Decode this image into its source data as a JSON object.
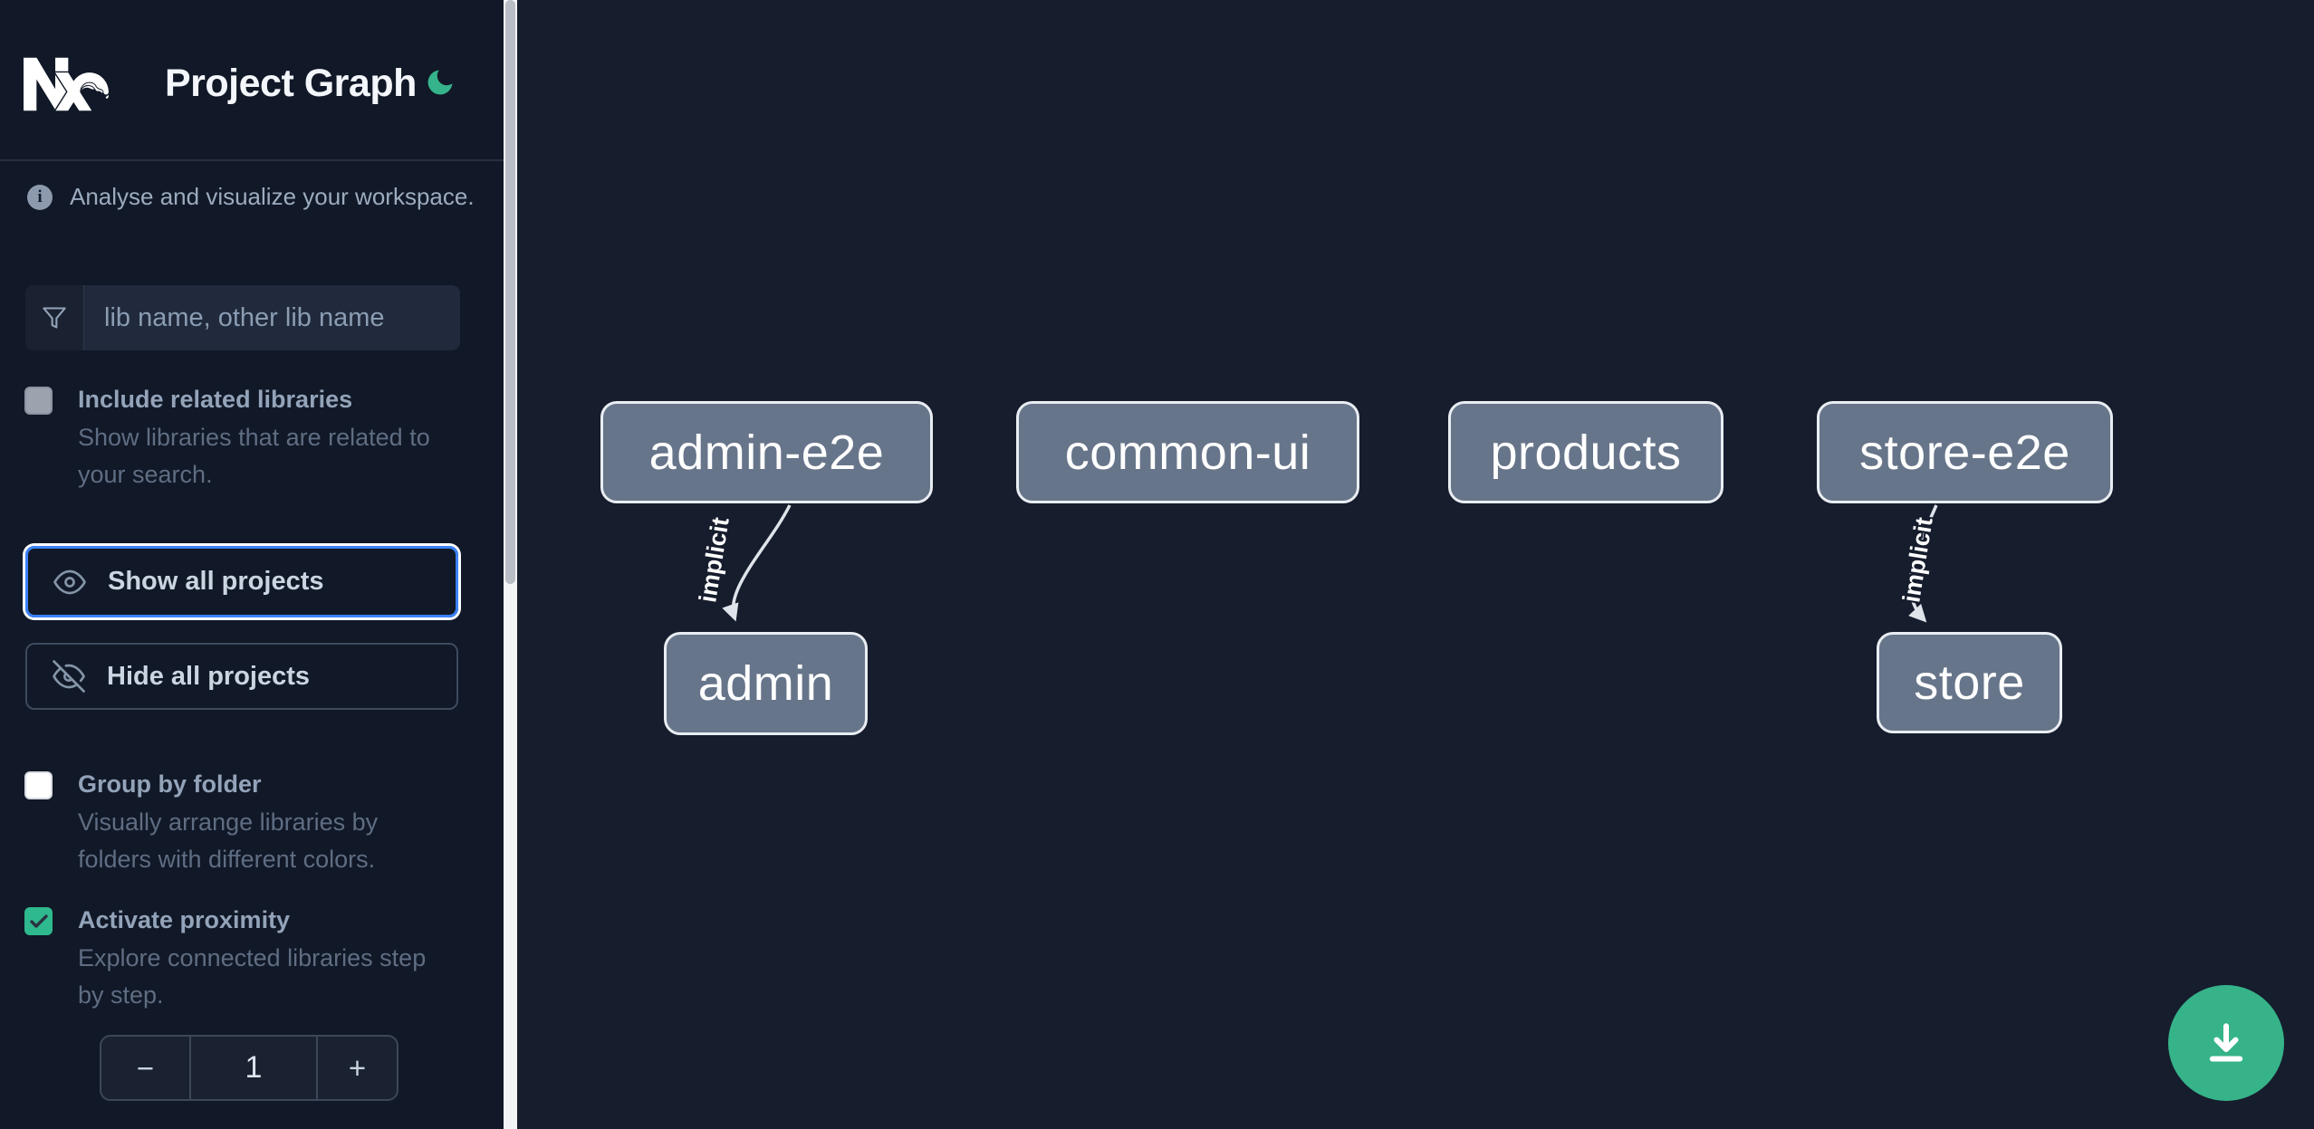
{
  "header": {
    "title": "Project Graph"
  },
  "sidebar": {
    "tagline": "Analyse and visualize your workspace.",
    "search": {
      "placeholder": "lib name, other lib name",
      "value": ""
    },
    "include_related": {
      "label": "Include related libraries",
      "checked": false,
      "desc_line1": "Show libraries that are related to",
      "desc_line2": "your search."
    },
    "buttons": {
      "show_all": "Show all projects",
      "hide_all": "Hide all projects"
    },
    "group_by_folder": {
      "label": "Group by folder",
      "checked": false,
      "desc_line1": "Visually arrange libraries by",
      "desc_line2": "folders with different colors."
    },
    "activate_proximity": {
      "label": "Activate proximity",
      "checked": true,
      "desc_line1": "Explore connected libraries step",
      "desc_line2": "by step."
    },
    "proximity_stepper": {
      "decrement_label": "−",
      "value": "1",
      "increment_label": "+"
    }
  },
  "graph": {
    "nodes": [
      {
        "id": "admin-e2e",
        "label": "admin-e2e"
      },
      {
        "id": "common-ui",
        "label": "common-ui"
      },
      {
        "id": "products",
        "label": "products"
      },
      {
        "id": "store-e2e",
        "label": "store-e2e"
      },
      {
        "id": "admin",
        "label": "admin"
      },
      {
        "id": "store",
        "label": "store"
      }
    ],
    "edges": [
      {
        "source": "admin-e2e",
        "target": "admin",
        "label": "implicit",
        "type": "implicit"
      },
      {
        "source": "store-e2e",
        "target": "store",
        "label": "implicit",
        "type": "implicit"
      }
    ]
  },
  "colors": {
    "accent_green": "#36b389",
    "focus_blue": "#3b82f6",
    "node_fill": "#67758a",
    "node_border": "#e9edf2",
    "edge": "#dfe3ea",
    "sidebar_bg": "#111827",
    "canvas_bg": "#161d2d"
  }
}
